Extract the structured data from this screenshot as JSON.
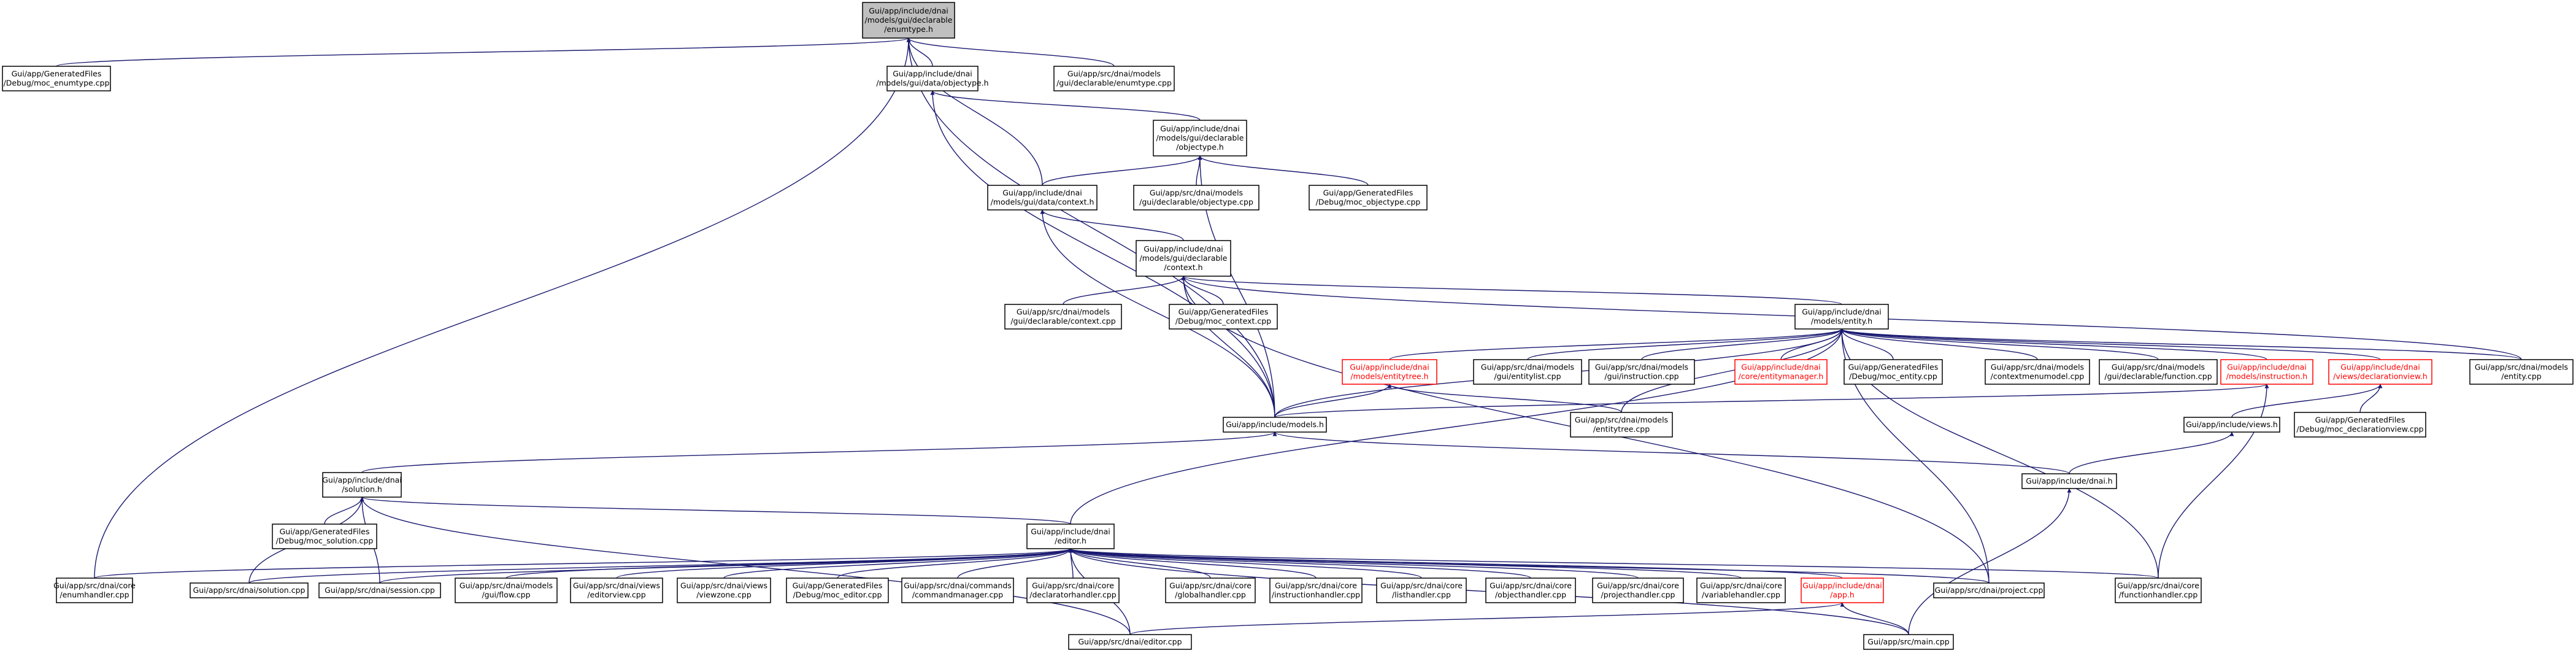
{
  "graph": {
    "title": "",
    "colors": {
      "edge": "#191970",
      "root_fill": "#bfbfbf",
      "node_fill": "#ffffff",
      "node_border": "#000000",
      "missing_border": "#ff0000",
      "missing_text": "#ff0000"
    },
    "nodes": [
      {
        "id": "n0",
        "lines": [
          "Gui/app/include/dnai",
          "/models/gui/declarable",
          "/enumtype.h"
        ],
        "style": "root"
      },
      {
        "id": "n1",
        "lines": [
          "Gui/app/GeneratedFiles",
          "/Debug/moc_enumtype.cpp"
        ],
        "style": "normal"
      },
      {
        "id": "n2",
        "lines": [
          "Gui/app/include/dnai",
          "/models/gui/data/objectype.h"
        ],
        "style": "normal"
      },
      {
        "id": "n3",
        "lines": [
          "Gui/app/src/dnai/models",
          "/gui/declarable/enumtype.cpp"
        ],
        "style": "normal"
      },
      {
        "id": "n4",
        "lines": [
          "Gui/app/include/dnai",
          "/models/gui/declarable",
          "/objectype.h"
        ],
        "style": "normal"
      },
      {
        "id": "n5",
        "lines": [
          "Gui/app/include/dnai",
          "/models/gui/data/context.h"
        ],
        "style": "normal"
      },
      {
        "id": "n6",
        "lines": [
          "Gui/app/src/dnai/models",
          "/gui/declarable/objectype.cpp"
        ],
        "style": "normal"
      },
      {
        "id": "n7",
        "lines": [
          "Gui/app/GeneratedFiles",
          "/Debug/moc_objectype.cpp"
        ],
        "style": "normal"
      },
      {
        "id": "n8",
        "lines": [
          "Gui/app/include/dnai",
          "/models/gui/declarable",
          "/context.h"
        ],
        "style": "normal"
      },
      {
        "id": "n9",
        "lines": [
          "Gui/app/src/dnai/models",
          "/gui/declarable/context.cpp"
        ],
        "style": "normal"
      },
      {
        "id": "n10",
        "lines": [
          "Gui/app/GeneratedFiles",
          "/Debug/moc_context.cpp"
        ],
        "style": "normal"
      },
      {
        "id": "n11",
        "lines": [
          "Gui/app/include/dnai",
          "/models/entity.h"
        ],
        "style": "normal"
      },
      {
        "id": "n12",
        "lines": [
          "Gui/app/include/dnai",
          "/models/entitytree.h"
        ],
        "style": "red"
      },
      {
        "id": "n13",
        "lines": [
          "Gui/app/src/dnai/models",
          "/gui/entitylist.cpp"
        ],
        "style": "normal"
      },
      {
        "id": "n14",
        "lines": [
          "Gui/app/src/dnai/models",
          "/gui/instruction.cpp"
        ],
        "style": "normal"
      },
      {
        "id": "n15",
        "lines": [
          "Gui/app/include/dnai",
          "/core/entitymanager.h"
        ],
        "style": "red"
      },
      {
        "id": "n16",
        "lines": [
          "Gui/app/GeneratedFiles",
          "/Debug/moc_entity.cpp"
        ],
        "style": "normal"
      },
      {
        "id": "n17",
        "lines": [
          "Gui/app/src/dnai/models",
          "/contextmenumodel.cpp"
        ],
        "style": "normal"
      },
      {
        "id": "n18",
        "lines": [
          "Gui/app/src/dnai/models",
          "/gui/declarable/function.cpp"
        ],
        "style": "normal"
      },
      {
        "id": "n19",
        "lines": [
          "Gui/app/include/dnai",
          "/models/instruction.h"
        ],
        "style": "red"
      },
      {
        "id": "n20",
        "lines": [
          "Gui/app/include/dnai",
          "/views/declarationview.h"
        ],
        "style": "red"
      },
      {
        "id": "n21",
        "lines": [
          "Gui/app/src/dnai/models",
          "/entity.cpp"
        ],
        "style": "normal"
      },
      {
        "id": "n22",
        "lines": [
          "Gui/app/include/models.h"
        ],
        "style": "normal"
      },
      {
        "id": "n23",
        "lines": [
          "Gui/app/src/dnai/models",
          "/entitytree.cpp"
        ],
        "style": "normal"
      },
      {
        "id": "n24",
        "lines": [
          "Gui/app/include/views.h"
        ],
        "style": "normal"
      },
      {
        "id": "n25",
        "lines": [
          "Gui/app/GeneratedFiles",
          "/Debug/moc_declarationview.cpp"
        ],
        "style": "normal"
      },
      {
        "id": "n26",
        "lines": [
          "Gui/app/include/dnai",
          "/solution.h"
        ],
        "style": "normal"
      },
      {
        "id": "n27",
        "lines": [
          "Gui/app/include/dnai.h"
        ],
        "style": "normal"
      },
      {
        "id": "n28",
        "lines": [
          "Gui/app/GeneratedFiles",
          "/Debug/moc_solution.cpp"
        ],
        "style": "normal"
      },
      {
        "id": "n29",
        "lines": [
          "Gui/app/include/dnai",
          "/editor.h"
        ],
        "style": "normal"
      },
      {
        "id": "n30",
        "lines": [
          "Gui/app/src/dnai/core",
          "/enumhandler.cpp"
        ],
        "style": "normal"
      },
      {
        "id": "n31",
        "lines": [
          "Gui/app/src/dnai/solution.cpp"
        ],
        "style": "normal"
      },
      {
        "id": "n32",
        "lines": [
          "Gui/app/src/dnai/session.cpp"
        ],
        "style": "normal"
      },
      {
        "id": "n33",
        "lines": [
          "Gui/app/src/dnai/models",
          "/gui/flow.cpp"
        ],
        "style": "normal"
      },
      {
        "id": "n34",
        "lines": [
          "Gui/app/src/dnai/views",
          "/editorview.cpp"
        ],
        "style": "normal"
      },
      {
        "id": "n35",
        "lines": [
          "Gui/app/src/dnai/views",
          "/viewzone.cpp"
        ],
        "style": "normal"
      },
      {
        "id": "n36",
        "lines": [
          "Gui/app/GeneratedFiles",
          "/Debug/moc_editor.cpp"
        ],
        "style": "normal"
      },
      {
        "id": "n37",
        "lines": [
          "Gui/app/src/dnai/commands",
          "/commandmanager.cpp"
        ],
        "style": "normal"
      },
      {
        "id": "n38",
        "lines": [
          "Gui/app/src/dnai/core",
          "/declaratorhandler.cpp"
        ],
        "style": "normal"
      },
      {
        "id": "n39",
        "lines": [
          "Gui/app/src/dnai/core",
          "/globalhandler.cpp"
        ],
        "style": "normal"
      },
      {
        "id": "n40",
        "lines": [
          "Gui/app/src/dnai/core",
          "/instructionhandler.cpp"
        ],
        "style": "normal"
      },
      {
        "id": "n41",
        "lines": [
          "Gui/app/src/dnai/core",
          "/listhandler.cpp"
        ],
        "style": "normal"
      },
      {
        "id": "n42",
        "lines": [
          "Gui/app/src/dnai/core",
          "/objecthandler.cpp"
        ],
        "style": "normal"
      },
      {
        "id": "n43",
        "lines": [
          "Gui/app/src/dnai/core",
          "/projecthandler.cpp"
        ],
        "style": "normal"
      },
      {
        "id": "n44",
        "lines": [
          "Gui/app/src/dnai/core",
          "/variablehandler.cpp"
        ],
        "style": "normal"
      },
      {
        "id": "n45",
        "lines": [
          "Gui/app/include/dnai",
          "/app.h"
        ],
        "style": "red"
      },
      {
        "id": "n46",
        "lines": [
          "Gui/app/src/dnai/project.cpp"
        ],
        "style": "normal"
      },
      {
        "id": "n47",
        "lines": [
          "Gui/app/src/dnai/core",
          "/functionhandler.cpp"
        ],
        "style": "normal"
      },
      {
        "id": "n48",
        "lines": [
          "Gui/app/src/dnai/editor.cpp"
        ],
        "style": "normal"
      },
      {
        "id": "n49",
        "lines": [
          "Gui/app/src/main.cpp"
        ],
        "style": "normal"
      }
    ],
    "edges": [
      {
        "from": "n1",
        "to": "n0"
      },
      {
        "from": "n2",
        "to": "n0"
      },
      {
        "from": "n3",
        "to": "n0"
      },
      {
        "from": "n5",
        "to": "n0"
      },
      {
        "from": "n22",
        "to": "n0"
      },
      {
        "from": "n30",
        "to": "n0"
      },
      {
        "from": "n4",
        "to": "n2"
      },
      {
        "from": "n22",
        "to": "n2"
      },
      {
        "from": "n5",
        "to": "n4"
      },
      {
        "from": "n6",
        "to": "n4"
      },
      {
        "from": "n7",
        "to": "n4"
      },
      {
        "from": "n22",
        "to": "n4"
      },
      {
        "from": "n8",
        "to": "n5"
      },
      {
        "from": "n22",
        "to": "n5"
      },
      {
        "from": "n9",
        "to": "n8"
      },
      {
        "from": "n10",
        "to": "n8"
      },
      {
        "from": "n11",
        "to": "n8"
      },
      {
        "from": "n22",
        "to": "n8"
      },
      {
        "from": "n46",
        "to": "n8"
      },
      {
        "from": "n21",
        "to": "n8"
      },
      {
        "from": "n12",
        "to": "n11"
      },
      {
        "from": "n13",
        "to": "n11"
      },
      {
        "from": "n14",
        "to": "n11"
      },
      {
        "from": "n15",
        "to": "n11"
      },
      {
        "from": "n16",
        "to": "n11"
      },
      {
        "from": "n17",
        "to": "n11"
      },
      {
        "from": "n18",
        "to": "n11"
      },
      {
        "from": "n19",
        "to": "n11"
      },
      {
        "from": "n20",
        "to": "n11"
      },
      {
        "from": "n21",
        "to": "n11"
      },
      {
        "from": "n22",
        "to": "n11"
      },
      {
        "from": "n23",
        "to": "n11"
      },
      {
        "from": "n29",
        "to": "n11"
      },
      {
        "from": "n46",
        "to": "n11"
      },
      {
        "from": "n47",
        "to": "n11"
      },
      {
        "from": "n22",
        "to": "n12"
      },
      {
        "from": "n23",
        "to": "n12"
      },
      {
        "from": "n22",
        "to": "n19"
      },
      {
        "from": "n47",
        "to": "n19"
      },
      {
        "from": "n24",
        "to": "n20"
      },
      {
        "from": "n25",
        "to": "n20"
      },
      {
        "from": "n26",
        "to": "n22"
      },
      {
        "from": "n27",
        "to": "n22"
      },
      {
        "from": "n27",
        "to": "n24"
      },
      {
        "from": "n49",
        "to": "n27"
      },
      {
        "from": "n28",
        "to": "n26"
      },
      {
        "from": "n29",
        "to": "n26"
      },
      {
        "from": "n31",
        "to": "n26"
      },
      {
        "from": "n32",
        "to": "n26"
      },
      {
        "from": "n48",
        "to": "n26"
      },
      {
        "from": "n30",
        "to": "n29"
      },
      {
        "from": "n31",
        "to": "n29"
      },
      {
        "from": "n32",
        "to": "n29"
      },
      {
        "from": "n33",
        "to": "n29"
      },
      {
        "from": "n34",
        "to": "n29"
      },
      {
        "from": "n35",
        "to": "n29"
      },
      {
        "from": "n36",
        "to": "n29"
      },
      {
        "from": "n37",
        "to": "n29"
      },
      {
        "from": "n38",
        "to": "n29"
      },
      {
        "from": "n39",
        "to": "n29"
      },
      {
        "from": "n40",
        "to": "n29"
      },
      {
        "from": "n41",
        "to": "n29"
      },
      {
        "from": "n42",
        "to": "n29"
      },
      {
        "from": "n43",
        "to": "n29"
      },
      {
        "from": "n44",
        "to": "n29"
      },
      {
        "from": "n45",
        "to": "n29"
      },
      {
        "from": "n46",
        "to": "n29"
      },
      {
        "from": "n47",
        "to": "n29"
      },
      {
        "from": "n48",
        "to": "n29"
      },
      {
        "from": "n49",
        "to": "n29"
      },
      {
        "from": "n48",
        "to": "n45"
      },
      {
        "from": "n49",
        "to": "n45"
      }
    ]
  }
}
